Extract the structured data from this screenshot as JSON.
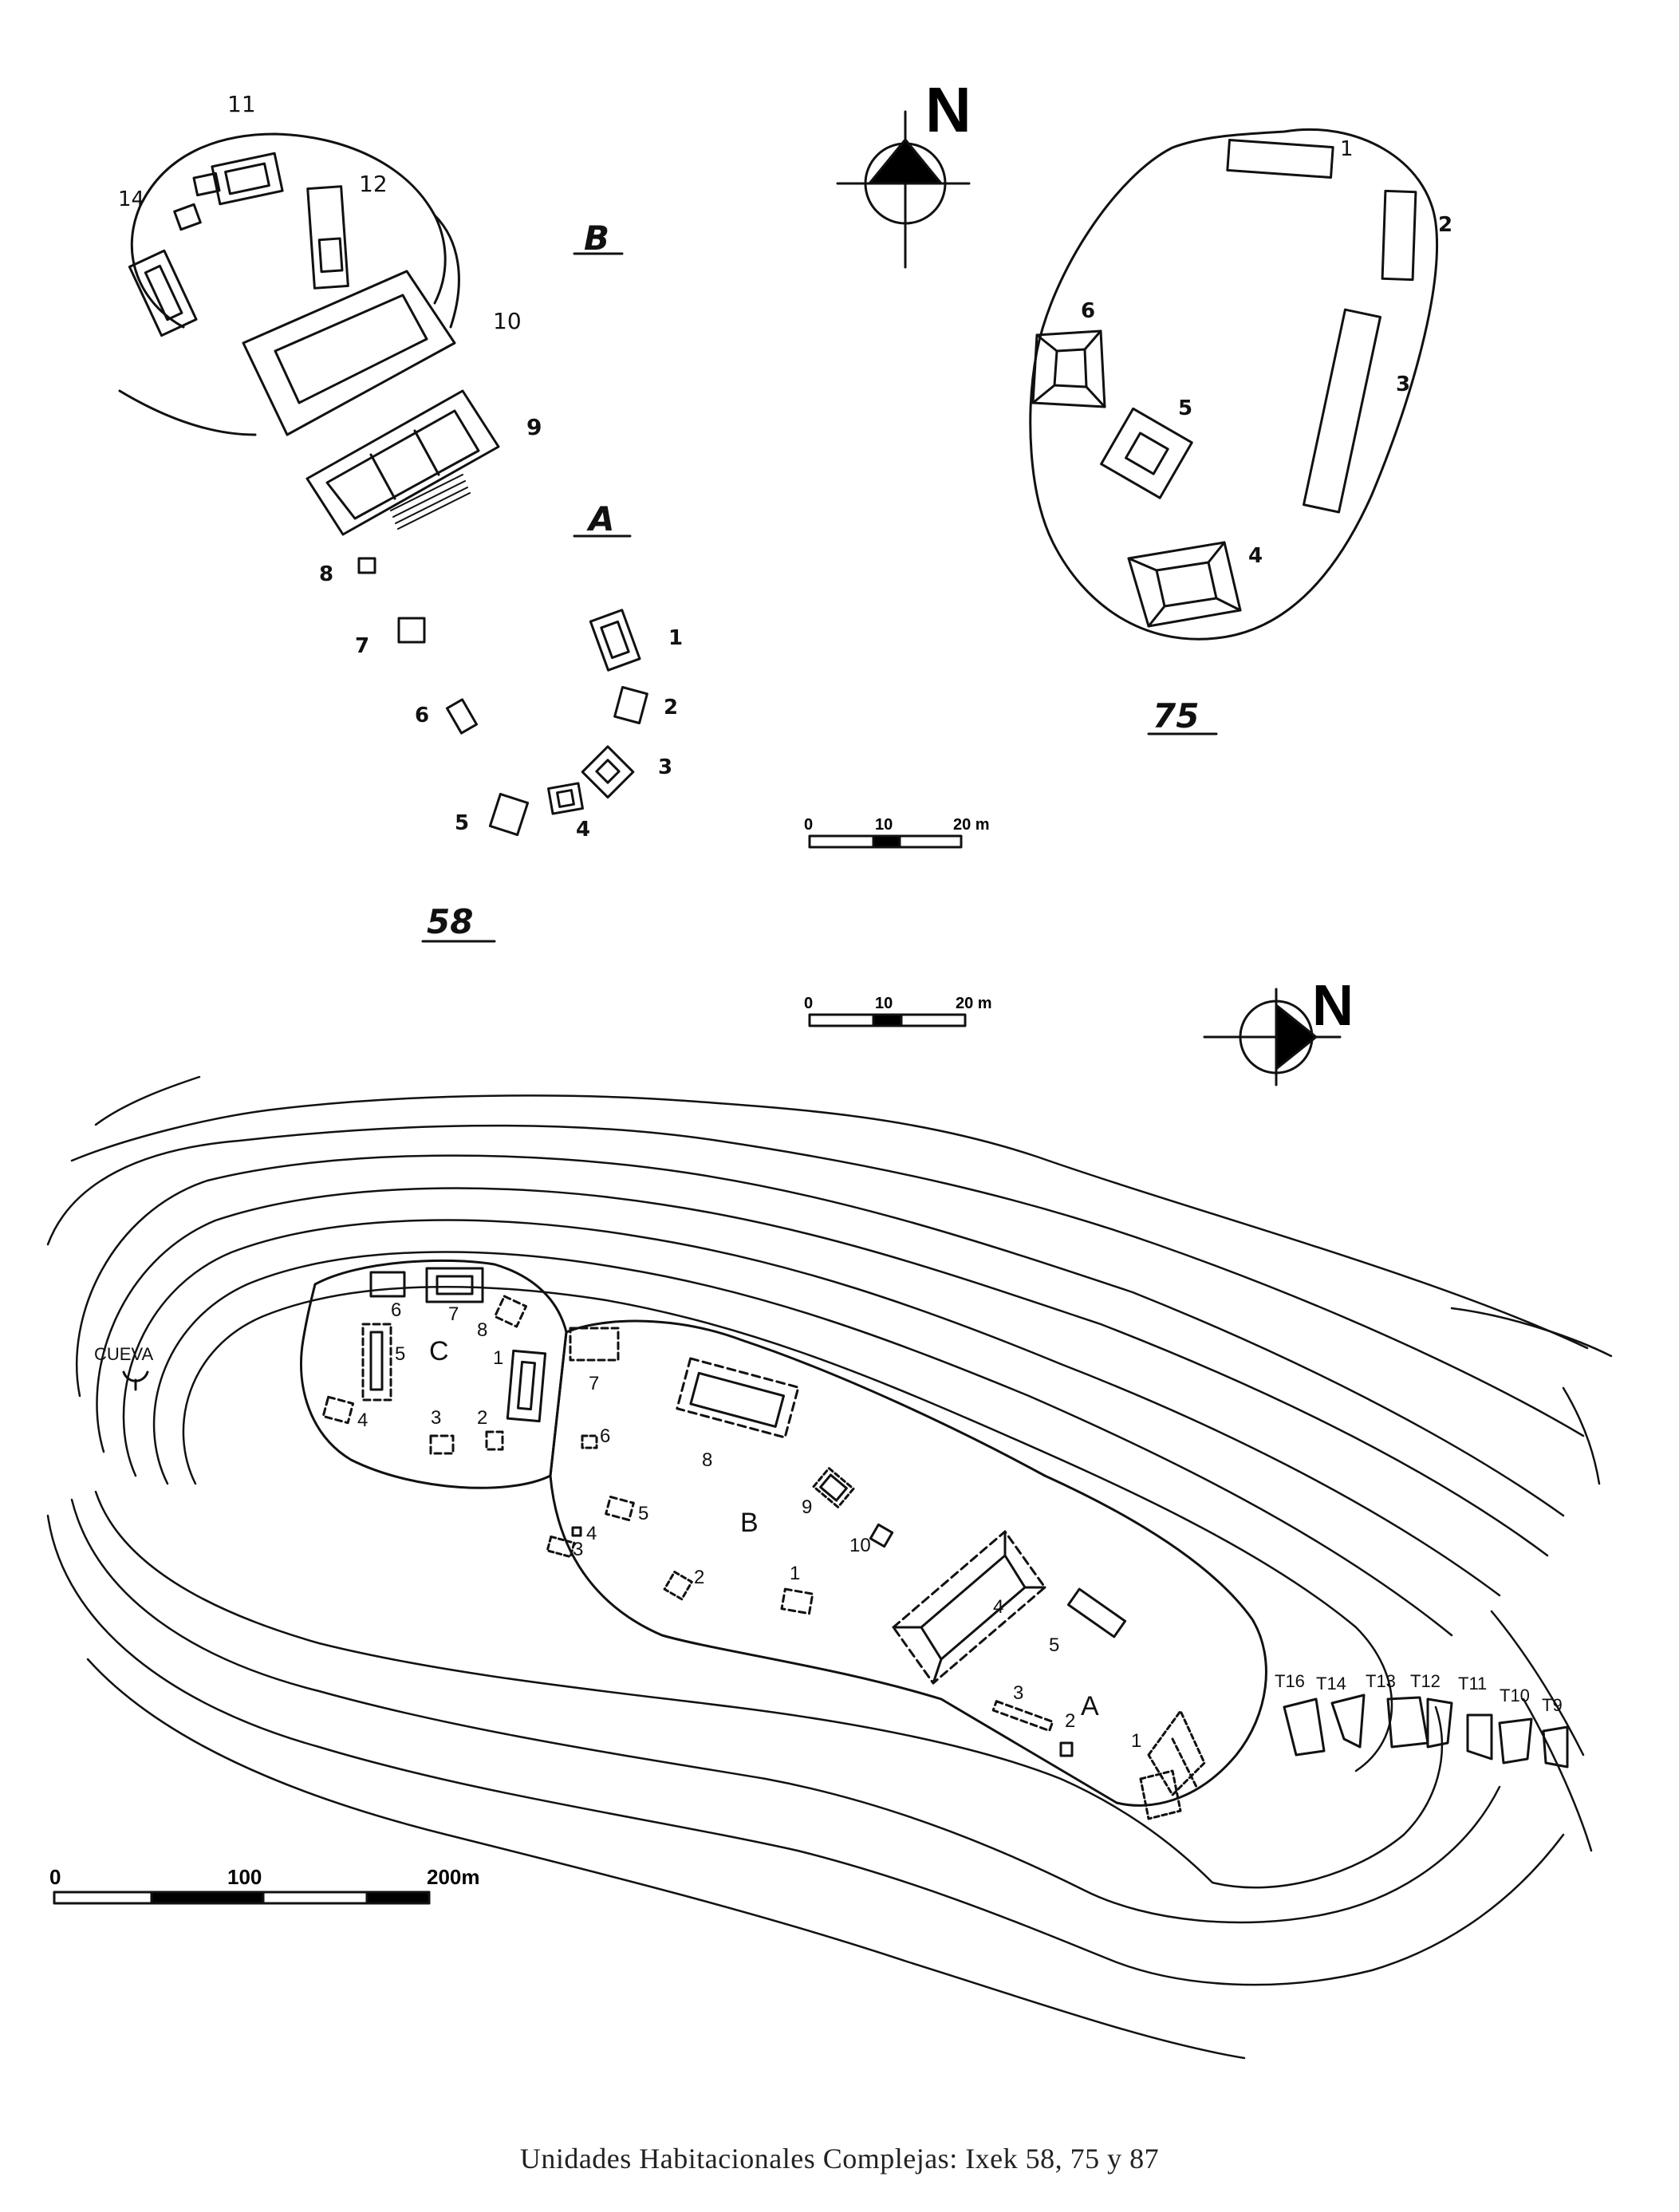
{
  "caption": "Unidades Habitacionales Complejas: Ixek 58, 75 y 87",
  "north_label": "N",
  "site58": {
    "id": "58",
    "group_a": "A",
    "group_b": "B",
    "structures": [
      "1",
      "2",
      "3",
      "4",
      "5",
      "6",
      "7",
      "8",
      "9",
      "10",
      "11",
      "12",
      "14"
    ]
  },
  "site75": {
    "id": "75",
    "structures": [
      "1",
      "2",
      "3",
      "4",
      "5",
      "6"
    ]
  },
  "site87": {
    "groups": [
      "A",
      "B",
      "C"
    ],
    "cave_label": "CUEVA",
    "group_c_structures": [
      "1",
      "2",
      "3",
      "4",
      "5",
      "6",
      "7",
      "8"
    ],
    "group_b_structures": [
      "1",
      "2",
      "3",
      "4",
      "5",
      "6",
      "7",
      "8",
      "9",
      "10"
    ],
    "group_a_structures": [
      "1",
      "2",
      "3",
      "4",
      "5"
    ],
    "terraces": [
      "T16",
      "T14",
      "T13",
      "T12",
      "T11",
      "T10",
      "T9"
    ]
  },
  "scale_small": {
    "ticks": [
      "0",
      "10",
      "20 m"
    ]
  },
  "scale_small_2": {
    "ticks": [
      "0",
      "10",
      "20 m"
    ]
  },
  "scale_large": {
    "ticks": [
      "0",
      "100",
      "200m"
    ]
  }
}
